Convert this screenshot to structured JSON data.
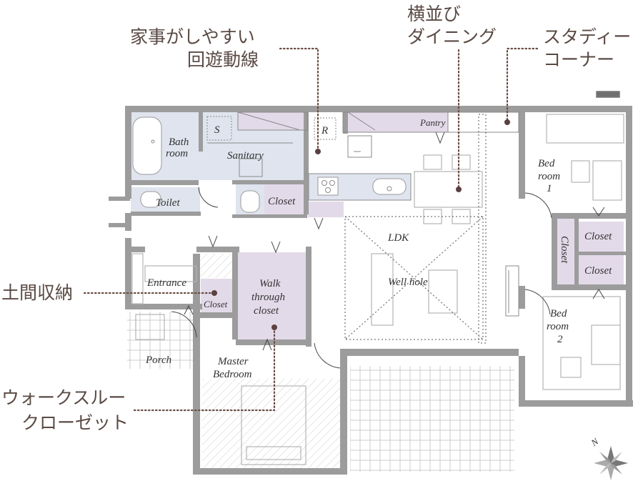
{
  "callouts": {
    "housework_line": [
      "家事がしやすい",
      "回遊動線"
    ],
    "side_dining": [
      "横並び",
      "ダイニング"
    ],
    "study_corner": [
      "スタディー",
      "コーナー"
    ],
    "doma_storage": "土間収納",
    "walk_through_closet": [
      "ウォークスルー",
      "クローゼット"
    ]
  },
  "rooms": {
    "bath": [
      "Bath",
      "room"
    ],
    "sanitary": "Sanitary",
    "s_mark": "S",
    "r_mark": "R",
    "pantry": "Pantry",
    "toilet": "Toilet",
    "closet_center": "Closet",
    "entrance": "Entrance",
    "closet_entrance": "Closet",
    "walk_through": [
      "Walk",
      "through",
      "closet"
    ],
    "porch": "Porch",
    "master": [
      "Master",
      "Bedroom"
    ],
    "ldk": "LDK",
    "well_hole": "Well hole",
    "bed1": [
      "Bed",
      "room",
      "1"
    ],
    "bed2": [
      "Bed",
      "room",
      "2"
    ],
    "closet_v": "Closet",
    "closet_r1": "Closet",
    "closet_r2": "Closet"
  },
  "compass": {
    "north_label": "N"
  },
  "colors": {
    "wet_area": "#dfe4ee",
    "storage": "#e3dae9",
    "leader_line": "#6b4c44",
    "wall": "#9c9c9c"
  }
}
